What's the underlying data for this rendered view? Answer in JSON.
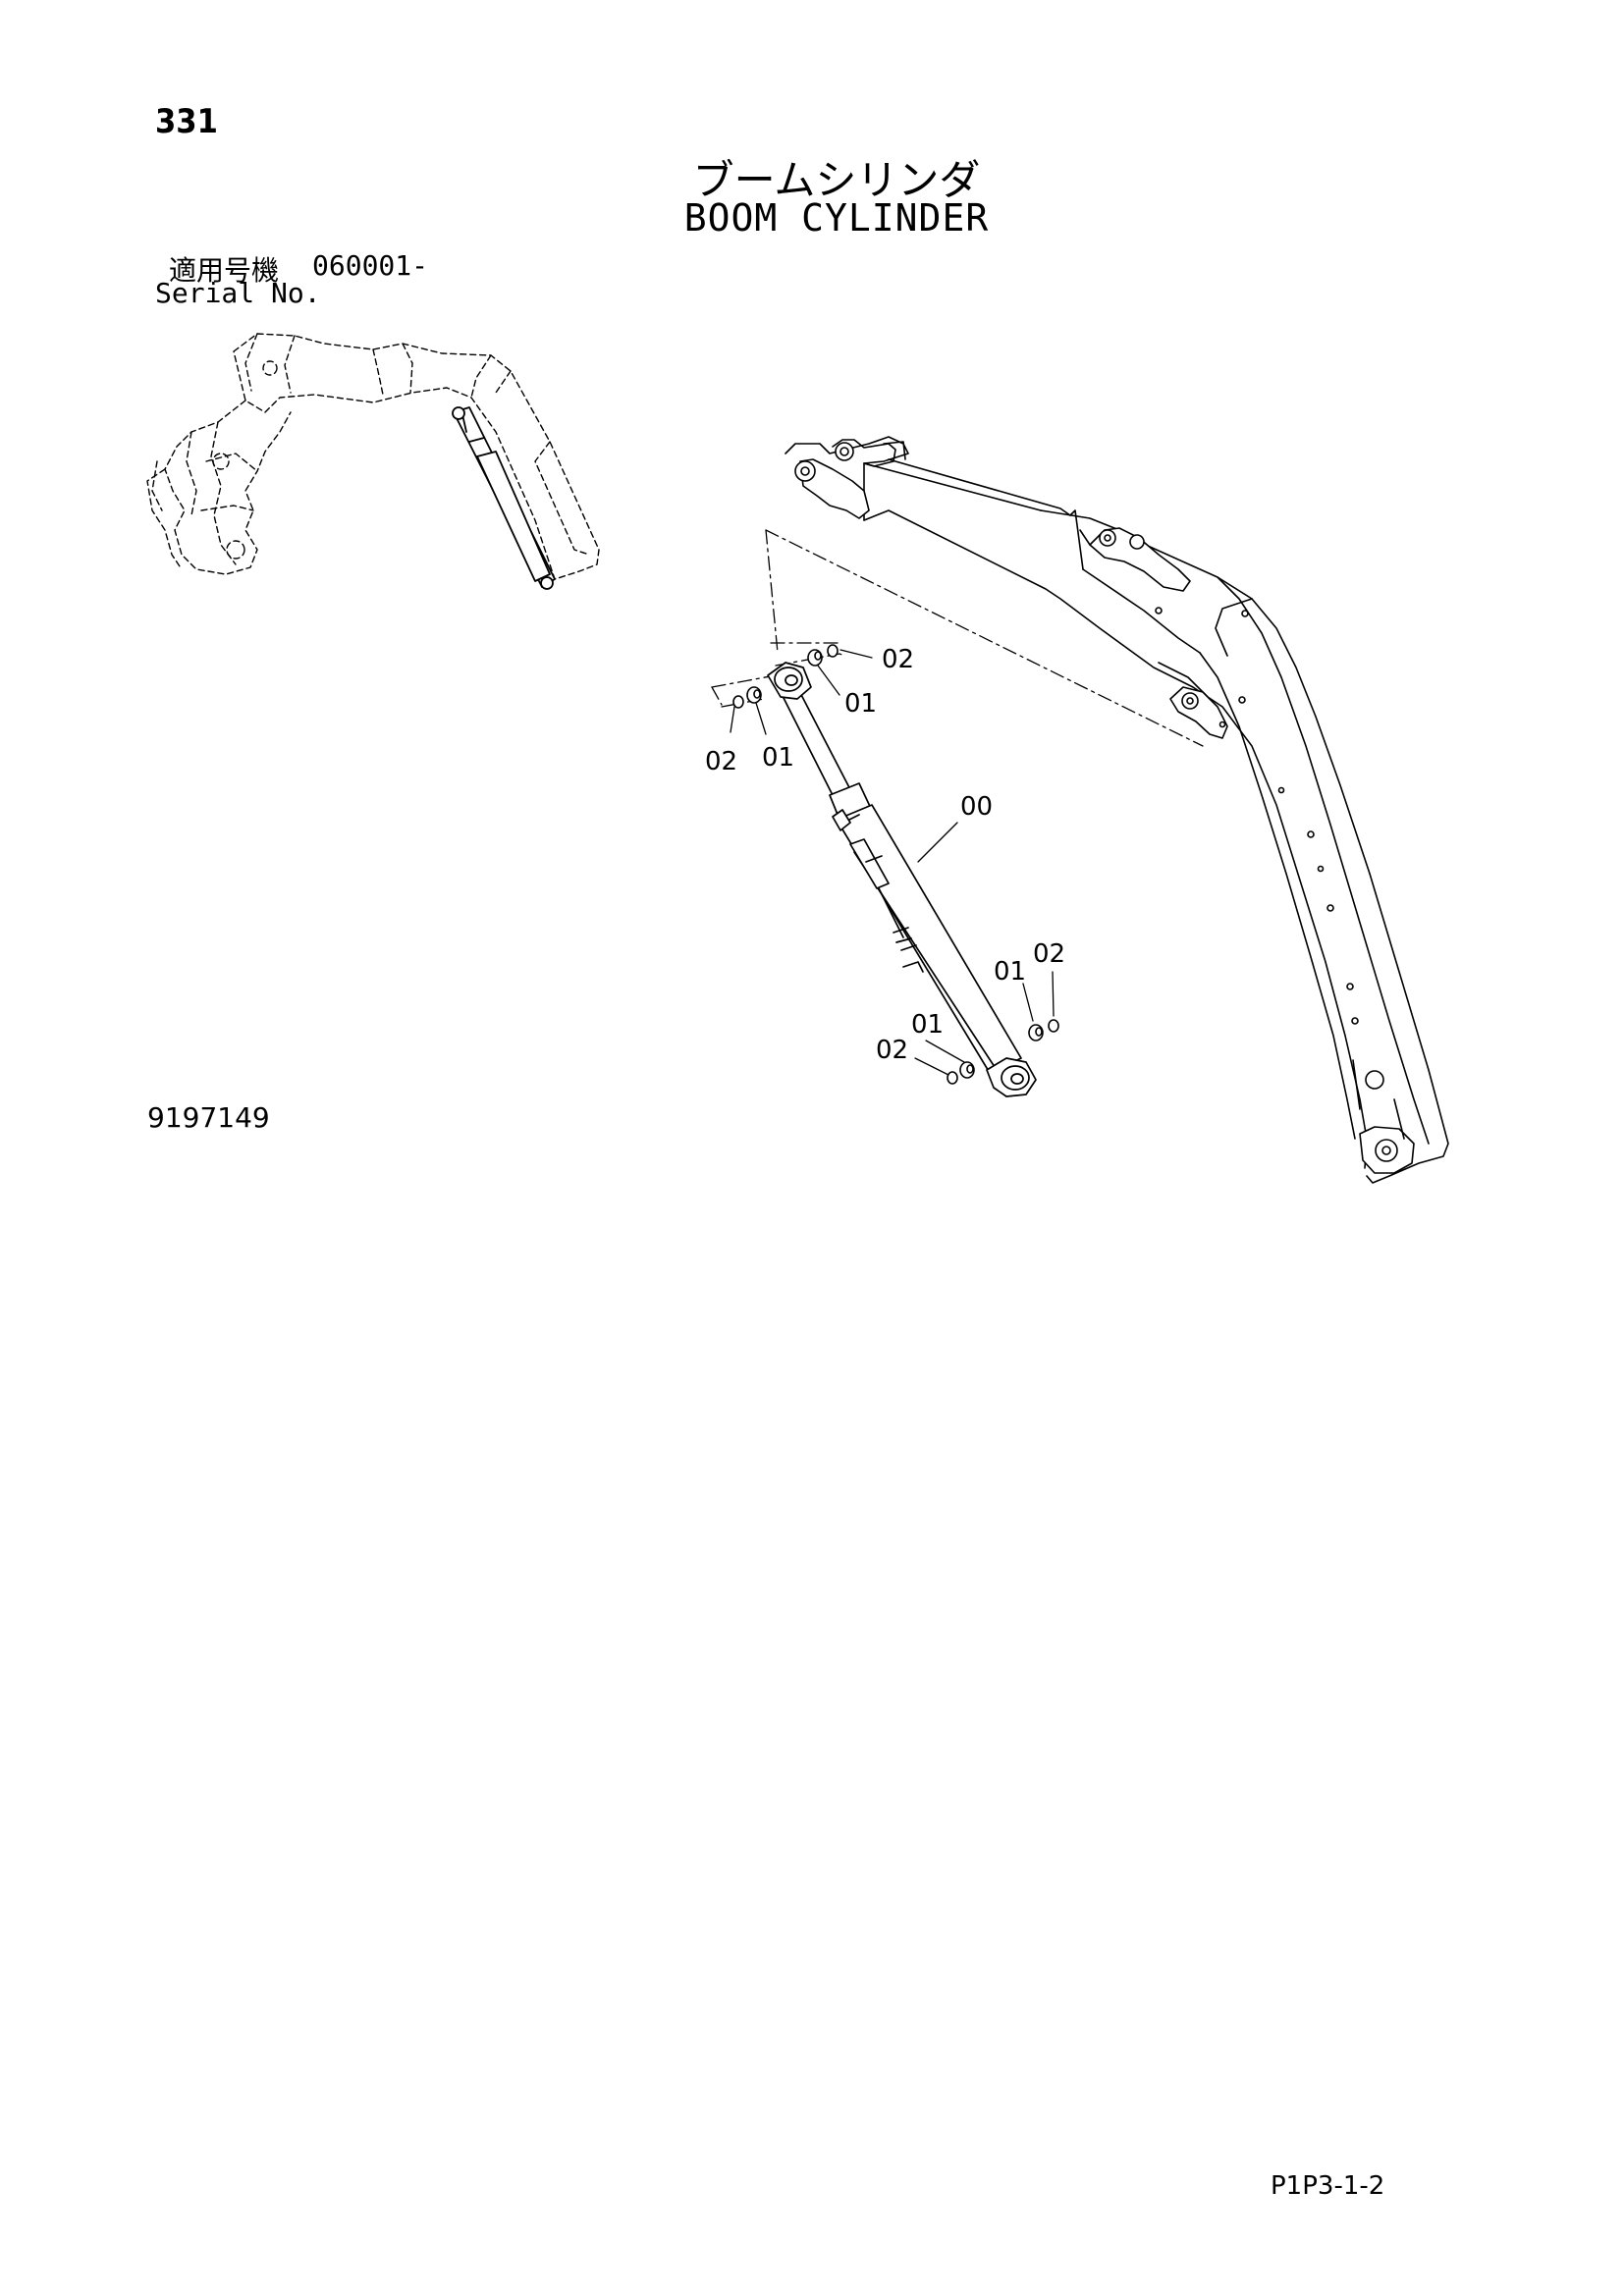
{
  "page": {
    "number": "331",
    "title_ja": "ブームシリンダ",
    "title_en": "BOOM CYLINDER",
    "serial_label_ja": "適用号機",
    "serial_value": "060001-",
    "serial_label_en": "Serial No.",
    "reference_number": "9197149",
    "page_code": "P1P3-1-2"
  },
  "callouts": [
    "02",
    "01",
    "02",
    "01",
    "00",
    "01",
    "02",
    "01",
    "02"
  ]
}
